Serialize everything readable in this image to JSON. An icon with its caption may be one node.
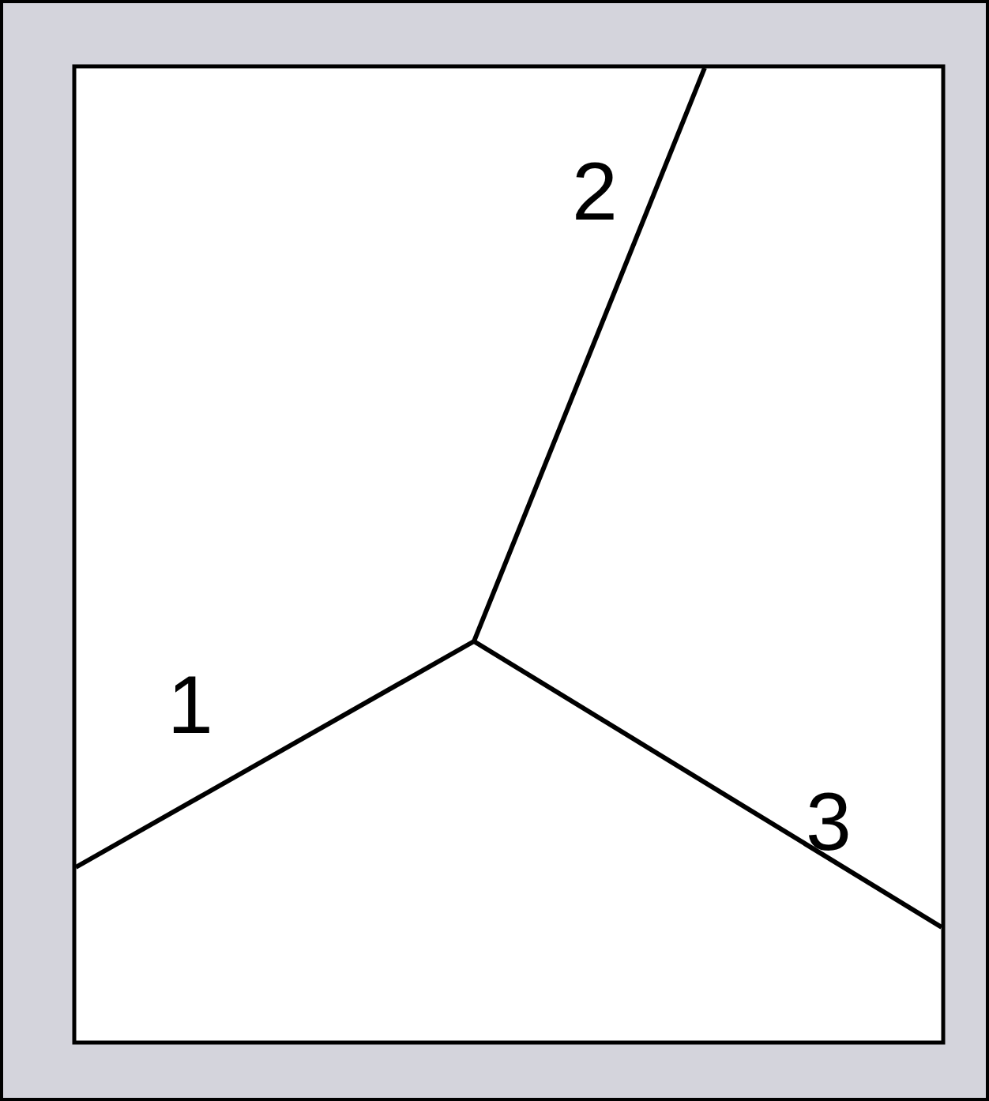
{
  "diagram": {
    "labels": [
      "2",
      "1",
      "3"
    ]
  }
}
